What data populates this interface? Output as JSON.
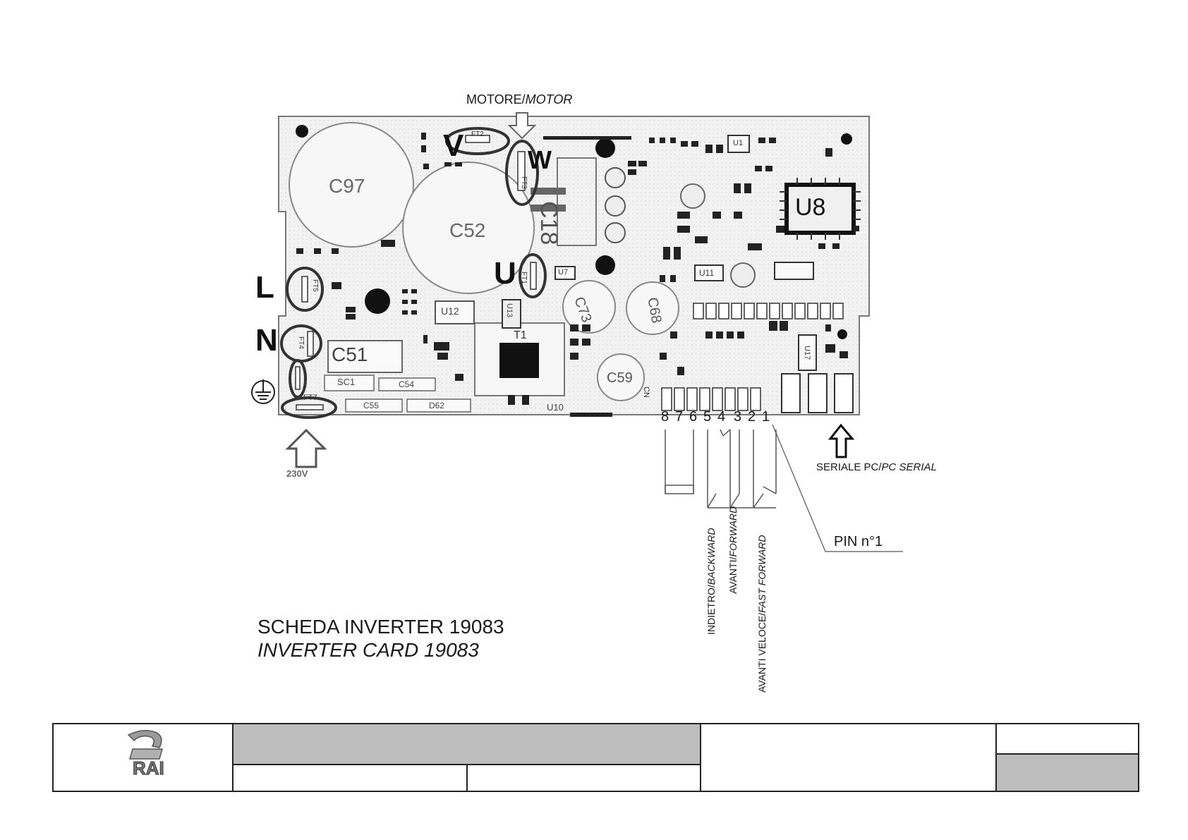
{
  "header": {
    "motor_label": "MOTORE/",
    "motor_label_it": "MOTOR"
  },
  "board": {
    "components": {
      "c97": "C97",
      "c52": "C52",
      "c18": "C18",
      "u8": "U8",
      "c51": "C51",
      "c73": "C73",
      "c68": "C68",
      "c59": "C59",
      "u12": "U12",
      "u13": "U13",
      "t1": "T1",
      "u11": "U11",
      "c55": "C55",
      "c54": "C54",
      "d62": "D62",
      "sc1": "SC1",
      "u10": "U10",
      "u7": "U7",
      "u1": "U1",
      "u17": "U17",
      "ft1": "FT1",
      "ft2": "FT2",
      "ft3": "FT3",
      "ft4": "FT4",
      "ft5": "FT5",
      "ft7": "FT7",
      "cn": "CN"
    },
    "phase_labels": {
      "v": "V",
      "w": "W",
      "u": "U",
      "l": "L",
      "n": "N"
    },
    "pins": [
      "8",
      "7",
      "6",
      "5",
      "4",
      "3",
      "2",
      "1"
    ],
    "voltage": "230V"
  },
  "annotations": {
    "serial_label": "SERIALE PC/",
    "serial_label_it": "PC SERIAL",
    "pin1": "PIN n°1",
    "backward": "INDIETRO/",
    "backward_it": "BACKWARD",
    "forward": "AVANTI/",
    "forward_it": "FORWARD",
    "fast_forward": "AVANTI VELOCE/",
    "fast_forward_it": "FAST FORWARD"
  },
  "caption": {
    "title": "SCHEDA INVERTER 19083",
    "title_en": "INVERTER CARD 19083"
  },
  "title_block": {
    "logo_text": "RAI"
  }
}
